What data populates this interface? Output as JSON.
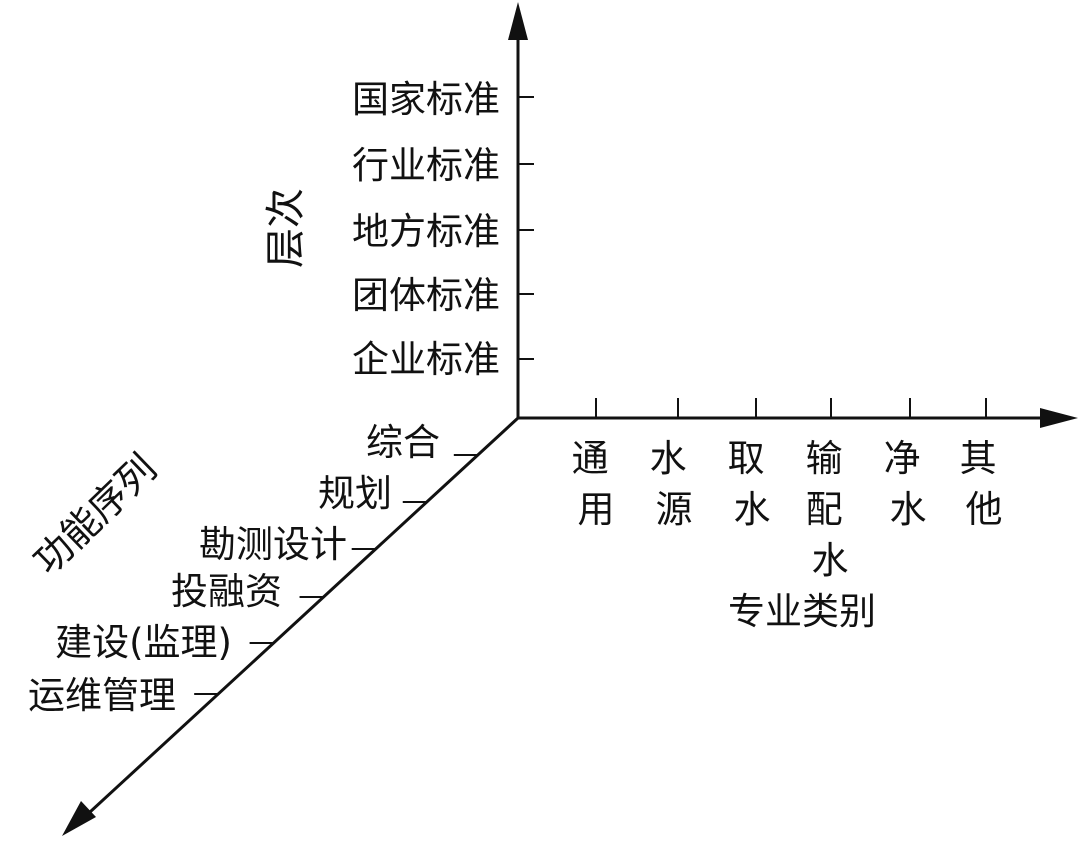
{
  "diagram": {
    "vertical_axis": {
      "title": "层次",
      "levels": [
        "国家标准",
        "行业标准",
        "地方标准",
        "团体标准",
        "企业标准"
      ]
    },
    "horizontal_axis": {
      "title": "专业类别",
      "categories": [
        [
          "通",
          "用"
        ],
        [
          "水",
          "源"
        ],
        [
          "取",
          "水"
        ],
        [
          "输",
          "配",
          "水"
        ],
        [
          "净",
          "水"
        ],
        [
          "其",
          "他"
        ]
      ]
    },
    "diagonal_axis": {
      "title": "功能序列",
      "stages": [
        "综合",
        "规划",
        "勘测设计",
        "投融资",
        "建设(监理)",
        "运维管理"
      ]
    },
    "colors": {
      "ink": "#111111",
      "background": "#ffffff"
    }
  }
}
